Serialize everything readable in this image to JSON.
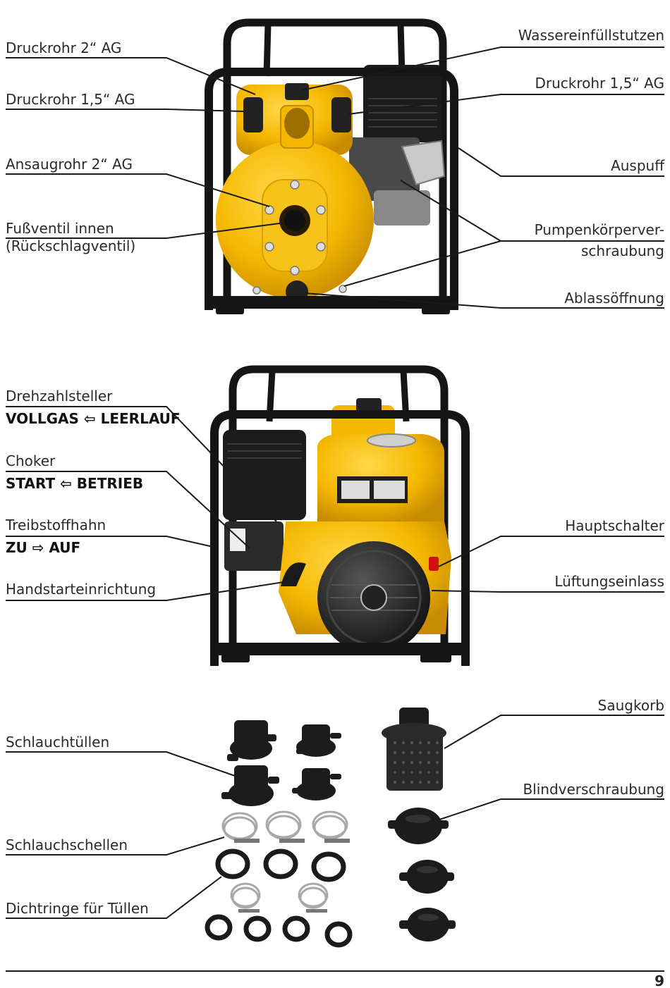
{
  "section1": {
    "left": {
      "druckrohr_2": "Druckrohr 2“ AG",
      "druckrohr_15": "Druckrohr 1,5“ AG",
      "ansaugrohr": "Ansaugrohr 2“ AG",
      "fussventil_1": "Fußventil innen",
      "fussventil_2": "(Rückschlagventil)"
    },
    "right": {
      "wassereinfuell": "Wassereinfüllstutzen",
      "druckrohr_15": "Druckrohr 1,5“ AG",
      "auspuff": "Auspuff",
      "pumpen_1": "Pumpenkörperver-",
      "pumpen_2": "schraubung",
      "ablass": "Ablassöffnung"
    }
  },
  "section2": {
    "left": {
      "drehzahl": "Drehzahlsteller",
      "drehzahl_mode": "VOLLGAS ⇦ LEERLAUF",
      "choker": "Choker",
      "choker_mode": "START ⇦ BETRIEB",
      "treibstoff": "Treibstoffhahn",
      "treibstoff_mode": "ZU ⇨ AUF",
      "handstart": "Handstarteinrichtung"
    },
    "right": {
      "hauptschalter": "Hauptschalter",
      "lueftung": "Lüftungseinlass"
    }
  },
  "section3": {
    "left": {
      "schlauchtuellen": "Schlauchtüllen",
      "schlauchschellen": "Schlauchschellen",
      "dichtringe": "Dichtringe für Tüllen"
    },
    "right": {
      "saugkorb": "Saugkorb",
      "blind": "Blindverschraubung"
    }
  },
  "footer": {
    "page_number": "9"
  },
  "colors": {
    "pump_yellow": "#f5b800",
    "frame_black": "#151515",
    "line": "#1a1a1a"
  }
}
